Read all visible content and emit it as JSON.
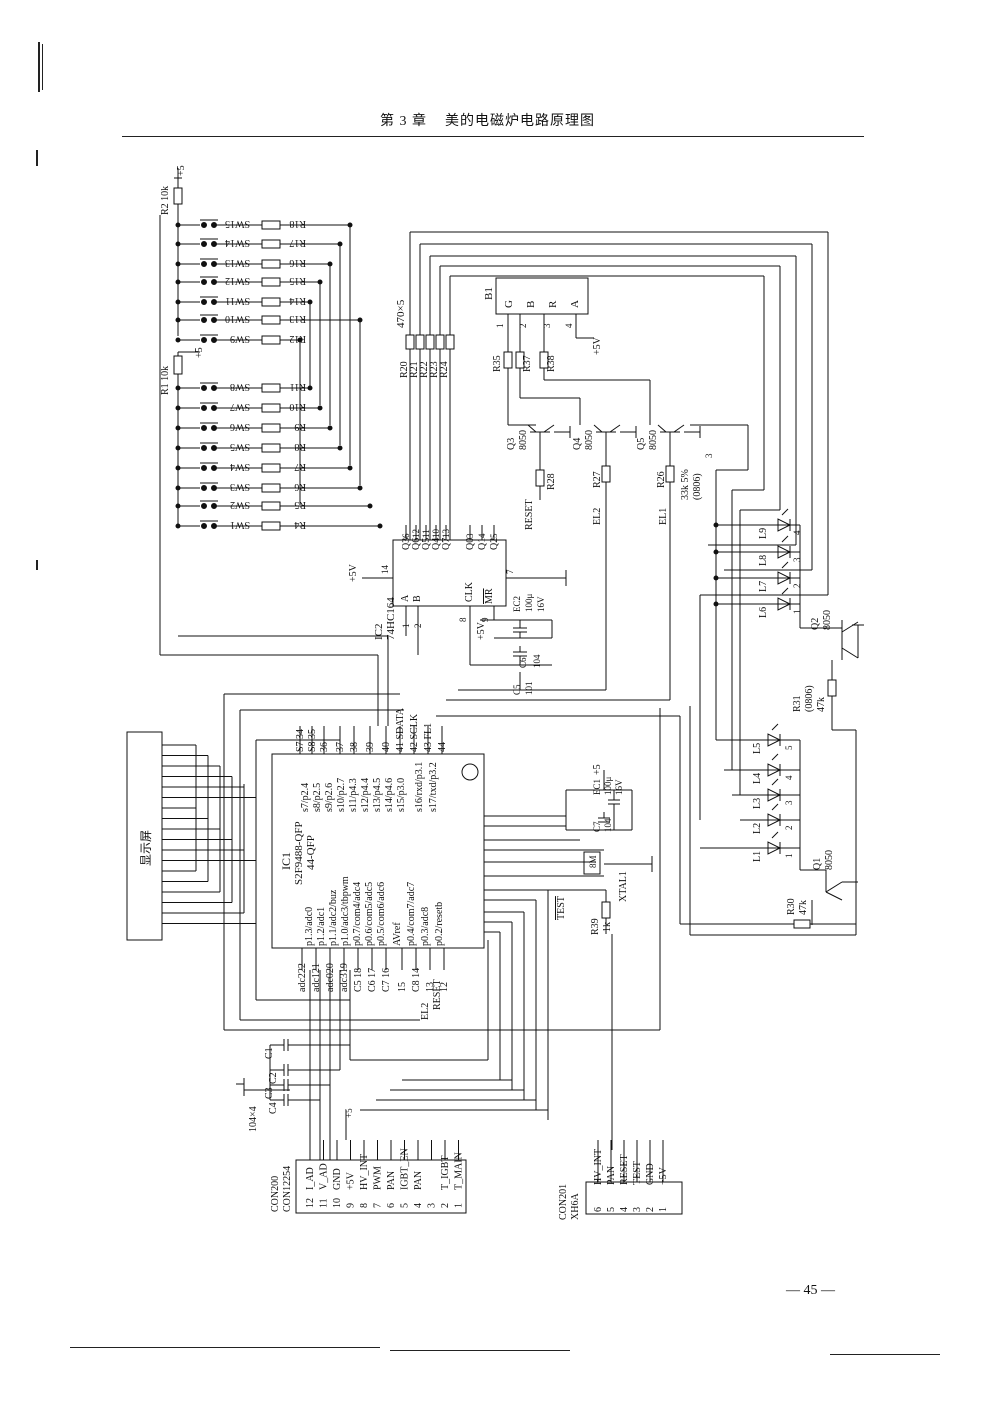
{
  "header": {
    "chapter": "第 3 章",
    "title": "美的电磁炉电路原理图"
  },
  "footer": {
    "page_number": "— 45 —"
  },
  "power": {
    "p5v": "+5",
    "p5v_label": "+5V"
  },
  "pullups": {
    "r2": "R2 10k",
    "r1": "R1 10k"
  },
  "switches": [
    {
      "sw": "SW15",
      "r": "R18"
    },
    {
      "sw": "SW14",
      "r": "R17"
    },
    {
      "sw": "SW13",
      "r": "R16"
    },
    {
      "sw": "SW12",
      "r": "R15"
    },
    {
      "sw": "SW11",
      "r": "R14"
    },
    {
      "sw": "SW10",
      "r": "R13"
    },
    {
      "sw": "SW9",
      "r": "R12"
    },
    {
      "sw": "SW8",
      "r": "R11"
    },
    {
      "sw": "SW7",
      "r": "R10"
    },
    {
      "sw": "SW6",
      "r": "R9"
    },
    {
      "sw": "SW5",
      "r": "R8"
    },
    {
      "sw": "SW4",
      "r": "R7"
    },
    {
      "sw": "SW3",
      "r": "R6"
    },
    {
      "sw": "SW2",
      "r": "R5"
    },
    {
      "sw": "SW1",
      "r": "R4"
    }
  ],
  "res_array": {
    "value": "470×5",
    "names": [
      "R20",
      "R21",
      "R22",
      "R23",
      "R24"
    ]
  },
  "ic2": {
    "name": "IC2",
    "part": "74HC164",
    "top_pins": [
      "6",
      "12",
      "11",
      "10",
      "13",
      "3",
      "4",
      "5"
    ],
    "outputs": [
      "Q3",
      "Q6",
      "Q5",
      "Q4",
      "Q7",
      "Q0",
      "Q1",
      "Q2"
    ],
    "pin14": "14",
    "pin7": "7",
    "pin1": "1",
    "pin2": "2",
    "pin8": "8",
    "pin9": "9",
    "a": "A",
    "b": "B",
    "clk": "CLK",
    "mr": "MR"
  },
  "caps_ic2": {
    "ec2": "EC2",
    "ec2_value": "100μ",
    "ec2_volt": "16V",
    "c6": "C6",
    "c6_value": "104",
    "c5": "C5",
    "c5_value": "101"
  },
  "b1": {
    "name": "B1",
    "pins": [
      "G",
      "B",
      "R",
      "A"
    ],
    "pin_nums": [
      "1",
      "2",
      "3",
      "4"
    ],
    "supply": "+5V"
  },
  "rgb_res": [
    "R35",
    "R37",
    "R38"
  ],
  "transistors": {
    "q3": "Q3",
    "q3_type": "8050",
    "q4": "Q4",
    "q4_type": "8050",
    "q5": "Q5",
    "q5_type": "8050",
    "q2": "Q2",
    "q2_type": "8050",
    "q1": "Q1",
    "q1_type": "8050"
  },
  "base_res": {
    "r28": "R28",
    "r27": "R27",
    "r26": "R26",
    "r26_value": "33k 5%",
    "r26_pkg": "(0806)",
    "r26_pin": "3",
    "reset": "RESET",
    "el2": "EL2",
    "el1": "EL1"
  },
  "leds_top": [
    "L9",
    "L8",
    "L7",
    "L6"
  ],
  "leds_top_pins": [
    "4",
    "3",
    "2",
    "1"
  ],
  "leds_bottom": [
    "L5",
    "L4",
    "L3",
    "L2",
    "L1"
  ],
  "leds_bottom_pins": [
    "5",
    "4",
    "3",
    "2",
    "1"
  ],
  "r31": {
    "name": "R31",
    "pkg": "(0806)",
    "value": "47k"
  },
  "r30": {
    "name": "R30",
    "value": "47k"
  },
  "ic1": {
    "name": "IC1",
    "part": "S2F9488-QFP",
    "pkg": "44-QFP",
    "top_pin_labels": [
      "S7 34",
      "S8 35",
      "36",
      "37",
      "38",
      "39",
      "40",
      "41 SDATA",
      "42 SCLK",
      "43 FL1",
      "44"
    ],
    "right_pins": [
      "s7/p2.4",
      "s8/p2.5",
      "s9/p2.6",
      "s10/p2.7",
      "s11/p4.3",
      "s12/p4.4",
      "s13/p4.5",
      "s14/p4.6",
      "s15/p3.0",
      "s16/rxd/p3.1",
      "s17/txd/p3.2"
    ],
    "left_pins": [
      "p1.3/adc0",
      "p1.2/adc1",
      "p1.1/adc2/buz",
      "p1.0/adc3/tbpwm",
      "p0.7/com4/adc4",
      "p0.6/com5/adc5",
      "p0.5/com6/adc6",
      "AVref",
      "p0.4/com7/adc7",
      "p0.3/adc8",
      "p0.2/resetb"
    ],
    "bottom_pins": [
      "adc222",
      "adc121",
      "adc020",
      "adc319",
      "C5 18",
      "C6 17",
      "C7 16",
      "15",
      "C8 14",
      "13",
      "12"
    ],
    "bottom_nets": [
      "EL2",
      "RESET"
    ]
  },
  "display": {
    "label": "显示屏"
  },
  "crystal": {
    "name": "XTAL1",
    "freq": "8M"
  },
  "caps_ic1": {
    "ec1": "EC1",
    "ec1_value": "100μ",
    "ec1_volt": "16V",
    "c7": "C7",
    "c7_value": "104"
  },
  "r39": {
    "name": "R39",
    "value": "1k",
    "test": "TEST"
  },
  "caps_bank": {
    "labels": [
      "C1",
      "C2",
      "C3",
      "C4"
    ],
    "value": "104×4"
  },
  "con200": {
    "name": "CON200",
    "part": "CON12254",
    "pins": [
      {
        "n": "12",
        "label": "I_AD"
      },
      {
        "n": "11",
        "label": "V_AD"
      },
      {
        "n": "10",
        "label": "GND"
      },
      {
        "n": "9",
        "label": "+5V"
      },
      {
        "n": "8",
        "label": "HV_INT"
      },
      {
        "n": "7",
        "label": "PWM"
      },
      {
        "n": "6",
        "label": "PAN"
      },
      {
        "n": "5",
        "label": "IGBT_EN"
      },
      {
        "n": "4",
        "label": "PAN"
      },
      {
        "n": "3",
        "label": ""
      },
      {
        "n": "2",
        "label": "T_IGBT"
      },
      {
        "n": "1",
        "label": "T_MAIN"
      }
    ]
  },
  "con201": {
    "name": "CON201",
    "part": "XH6A",
    "pins": [
      {
        "n": "6",
        "label": "HV_INT"
      },
      {
        "n": "5",
        "label": "PAN"
      },
      {
        "n": "4",
        "label": "RESET"
      },
      {
        "n": "3",
        "label": "TEST"
      },
      {
        "n": "2",
        "label": "GND"
      },
      {
        "n": "1",
        "label": "+5V"
      }
    ]
  }
}
